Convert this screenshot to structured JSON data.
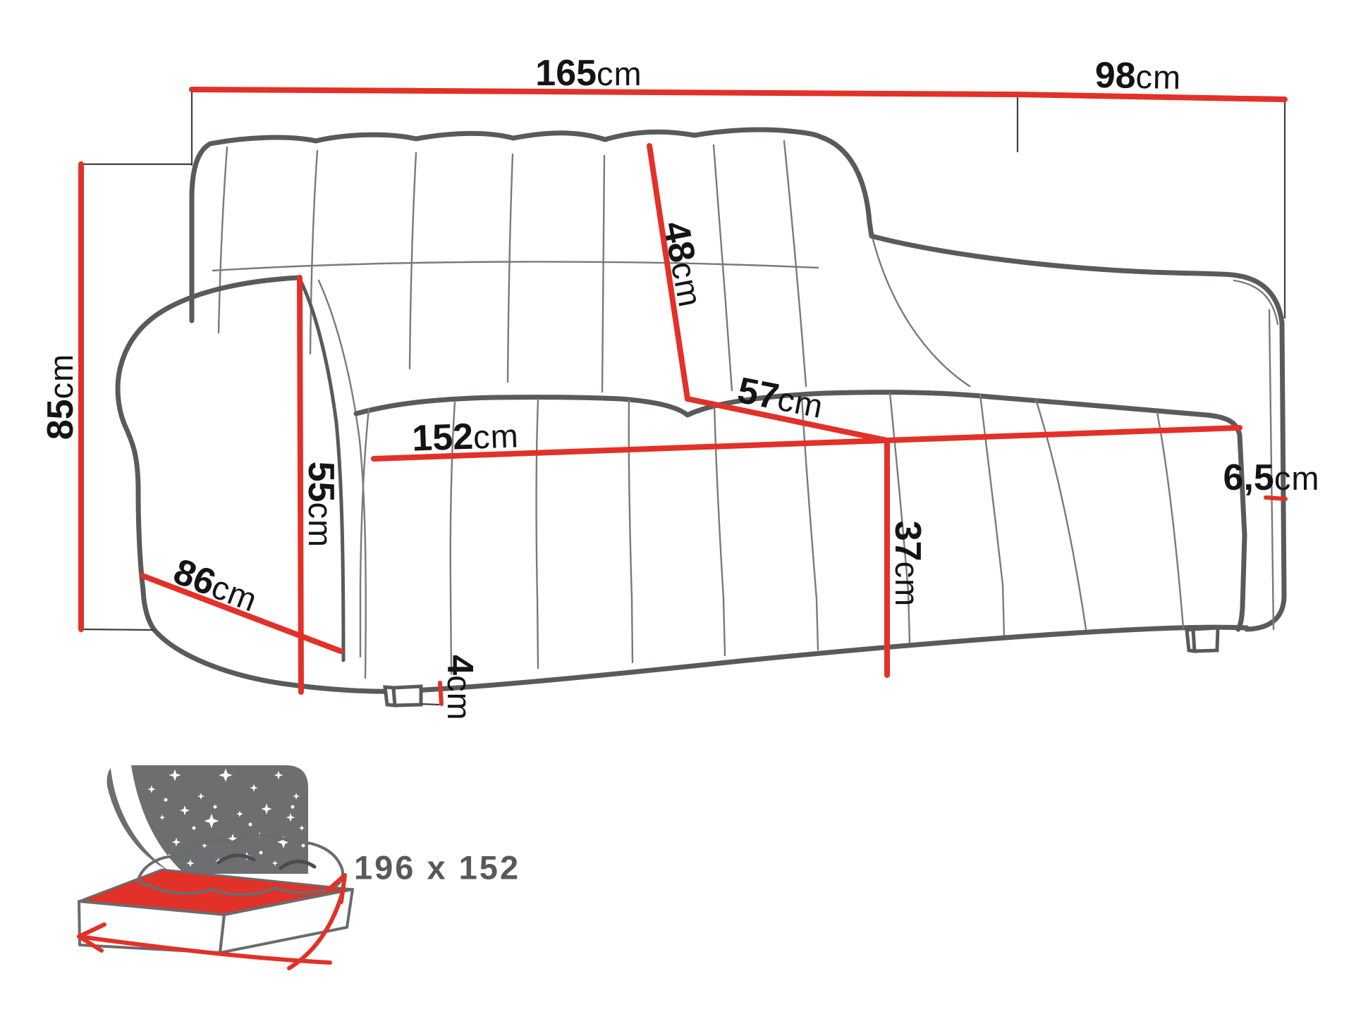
{
  "title": "Sofa dimension diagram",
  "dimensions": {
    "total_width": {
      "value": "165",
      "unit": "cm"
    },
    "total_depth": {
      "value": "98",
      "unit": "cm"
    },
    "total_height": {
      "value": "85",
      "unit": "cm"
    },
    "backrest_depth": {
      "value": "48",
      "unit": "cm"
    },
    "seat_depth": {
      "value": "57",
      "unit": "cm"
    },
    "seat_width": {
      "value": "152",
      "unit": "cm"
    },
    "armrest_height": {
      "value": "55",
      "unit": "cm"
    },
    "armrest_depth": {
      "value": "86",
      "unit": "cm"
    },
    "seat_height": {
      "value": "37",
      "unit": "cm"
    },
    "leg_height": {
      "value": "4",
      "unit": "cm"
    },
    "armrest_width": {
      "value": "6,5",
      "unit": "cm"
    }
  },
  "sleeping_area": {
    "label": "196 x 152"
  },
  "colors": {
    "dimension_red": "#e23128",
    "outline_gray": "#595a5c",
    "seam_gray": "#797a7c",
    "text_black": "#141414",
    "icon_gray": "#6d6e70",
    "bed_text_gray": "#58595b"
  }
}
